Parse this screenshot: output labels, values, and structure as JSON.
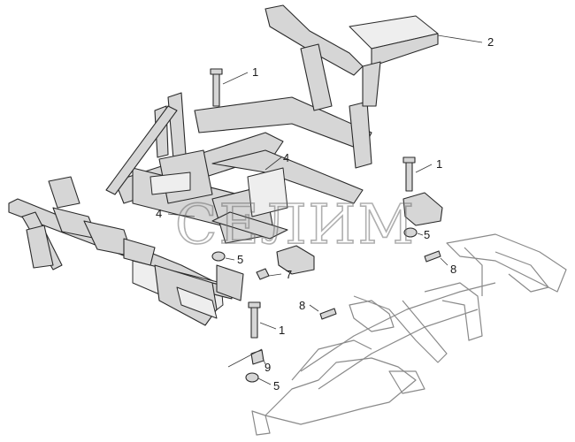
{
  "watermark": "СЕЛИМ",
  "callouts": {
    "c1_top": "1",
    "c2": "2",
    "c4_upper": "4",
    "c4_left": "4",
    "c1_right": "1",
    "c5_right": "5",
    "c8_right": "8",
    "c5_mid": "5",
    "c7": "7",
    "c8_mid": "8",
    "c1_low": "1",
    "c9": "9",
    "c5_low": "5"
  }
}
